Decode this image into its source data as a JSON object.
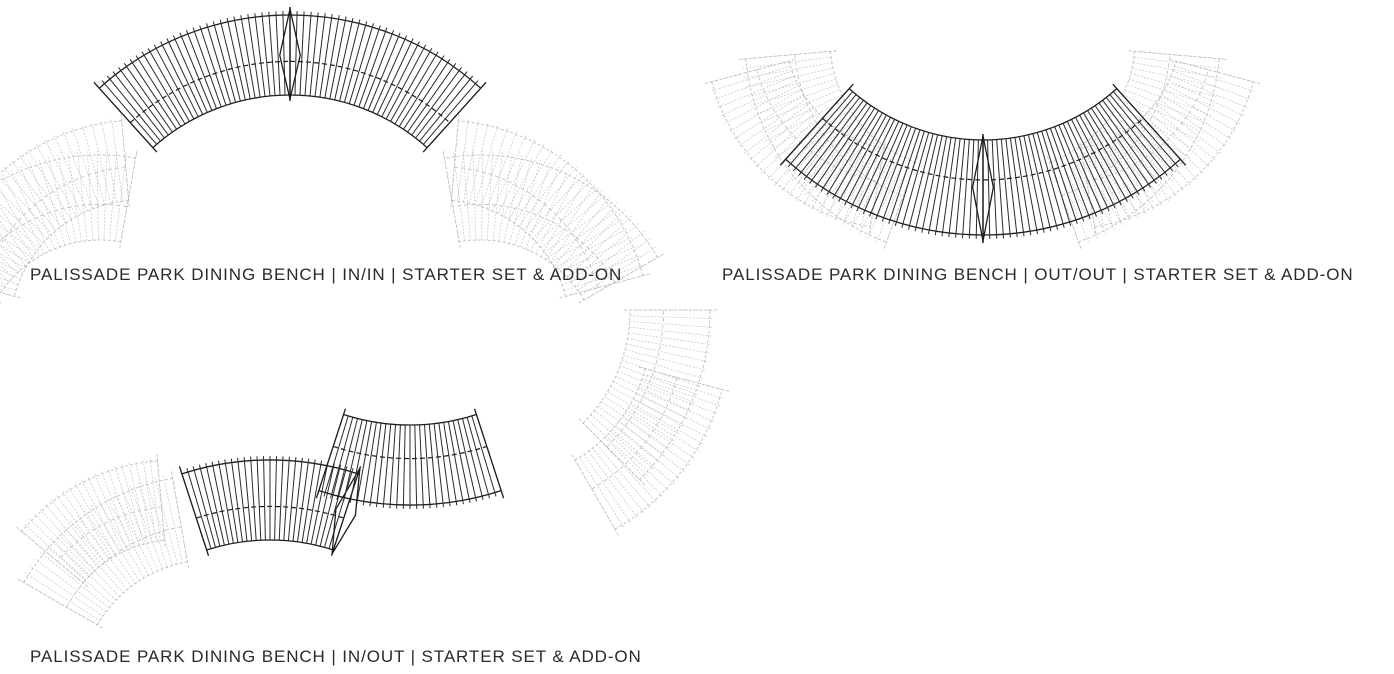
{
  "diagrams": [
    {
      "caption": "PALISSADE PARK DINING BENCH | IN/IN | STARTER SET & ADD-ON"
    },
    {
      "caption": "PALISSADE PARK DINING BENCH | OUT/OUT | STARTER SET & ADD-ON"
    },
    {
      "caption": "PALISSADE PARK DINING BENCH | IN/OUT | STARTER SET & ADD-ON"
    }
  ],
  "colors": {
    "primary_line": "#1d1d1d",
    "ghost_line": "#b9b9b9",
    "caption_text": "#2a2a2a",
    "background": "#ffffff"
  }
}
